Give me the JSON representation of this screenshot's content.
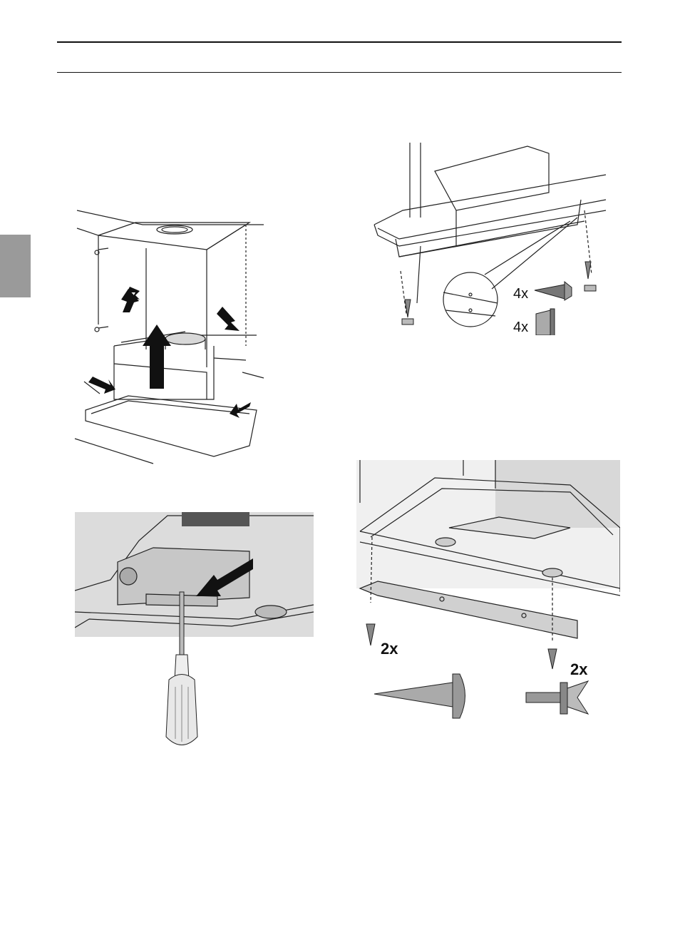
{
  "page": {
    "side_tab_color": "#9a9a9a",
    "rule_color": "#111111"
  },
  "figures": {
    "fig1": {
      "label": "remove-hood-from-cabinet"
    },
    "fig2": {
      "label": "screw-hood-to-cabinet",
      "screw_qty": "4x",
      "cap_qty": "4x"
    },
    "fig3": {
      "label": "unscrew-front-panel"
    },
    "fig4": {
      "label": "attach-trim-strip",
      "screw_qty": "2x",
      "plug_qty": "2x"
    }
  }
}
